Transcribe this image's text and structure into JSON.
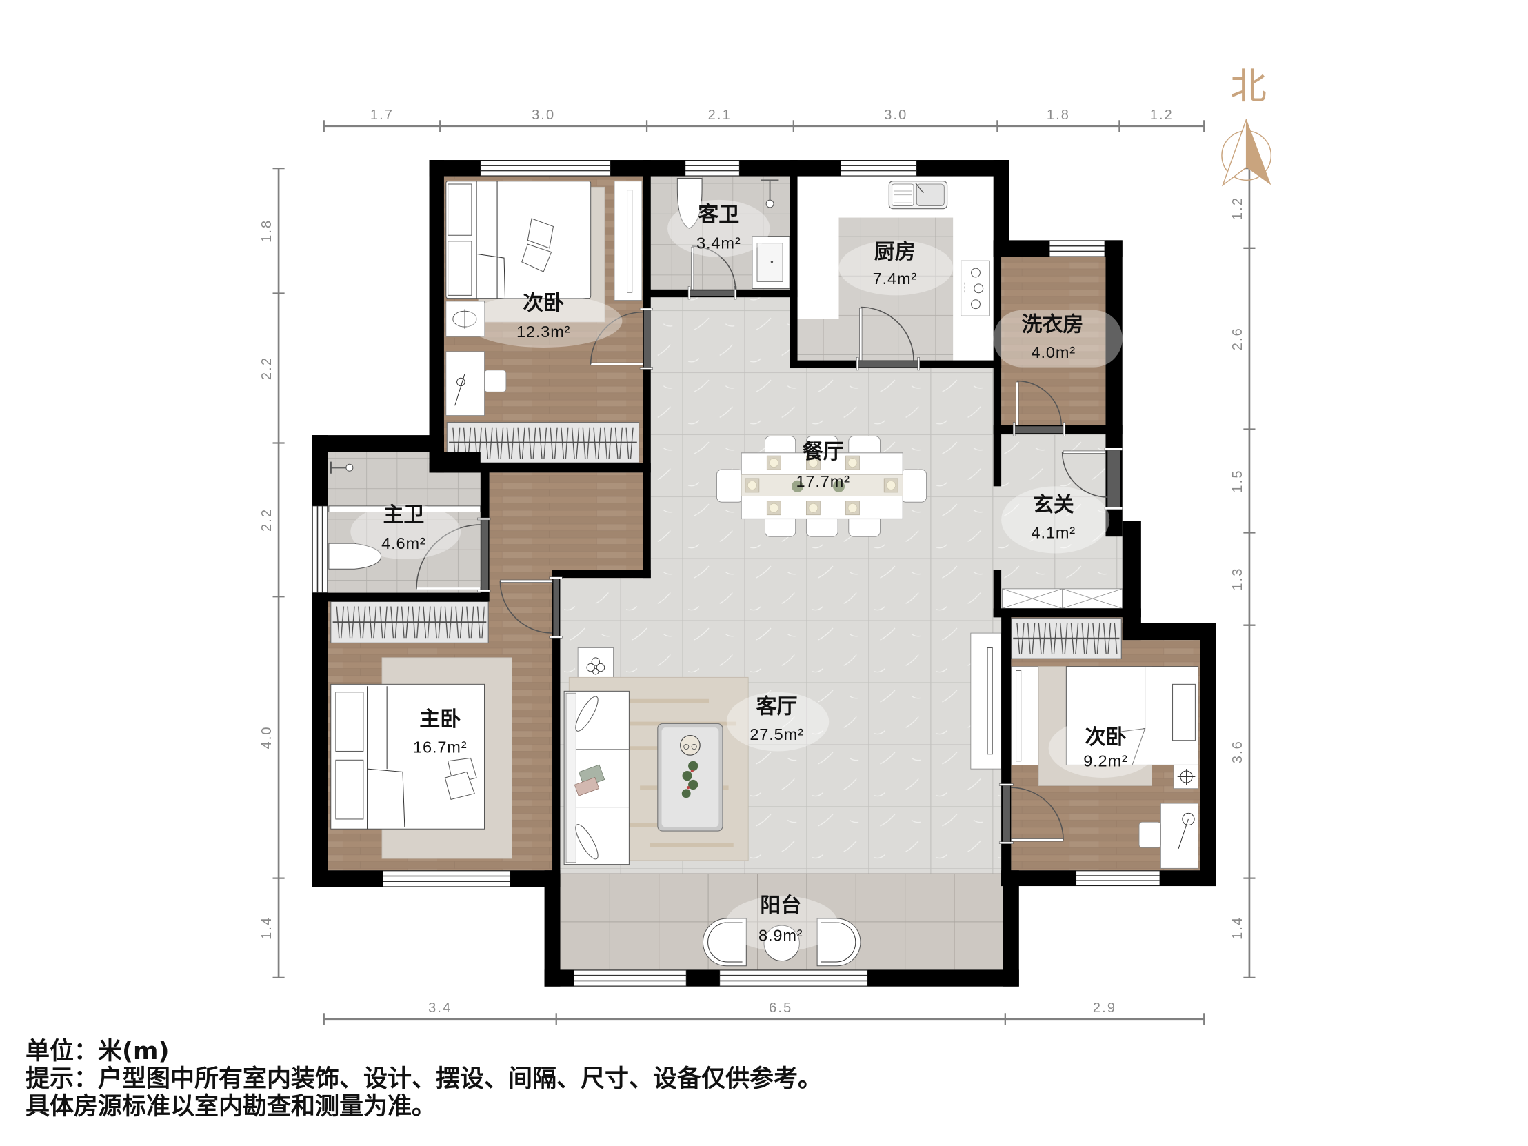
{
  "plan": {
    "compass": {
      "north_label": "北"
    },
    "rooms": [
      {
        "name": "次卧",
        "area": "12.3m²"
      },
      {
        "name": "客卫",
        "area": "3.4m²"
      },
      {
        "name": "厨房",
        "area": "7.4m²"
      },
      {
        "name": "洗衣房",
        "area": "4.0m²"
      },
      {
        "name": "餐厅",
        "area": "17.7m²"
      },
      {
        "name": "玄关",
        "area": "4.1m²"
      },
      {
        "name": "主卫",
        "area": "4.6m²"
      },
      {
        "name": "主卧",
        "area": "16.7m²"
      },
      {
        "name": "客厅",
        "area": "27.5m²"
      },
      {
        "name": "次卧",
        "area": "9.2m²"
      },
      {
        "name": "阳台",
        "area": "8.9m²"
      }
    ],
    "dimensions": {
      "top": [
        "1.7",
        "3.0",
        "2.1",
        "3.0",
        "1.8",
        "1.2"
      ],
      "bottom": [
        "3.4",
        "6.5",
        "2.9"
      ],
      "left": [
        "1.8",
        "2.2",
        "2.2",
        "4.0",
        "1.4"
      ],
      "right": [
        "1.2",
        "2.6",
        "1.5",
        "1.3",
        "3.6",
        "1.4"
      ]
    },
    "colors": {
      "wall": "#000000",
      "dimension_line": "#808080",
      "dimension_text": "#8a8a8a",
      "compass": "#c9a47e",
      "wood_floor": "#a88c74",
      "tile_floor": "#dcdbd8",
      "label_text": "#111111"
    }
  },
  "notes": {
    "unit": "单位：米(m)",
    "disclaimer": [
      "提示：户型图中所有室内装饰、设计、摆设、间隔、尺寸、设备仅供参考。",
      "具体房源标准以室内勘查和测量为准。"
    ]
  }
}
